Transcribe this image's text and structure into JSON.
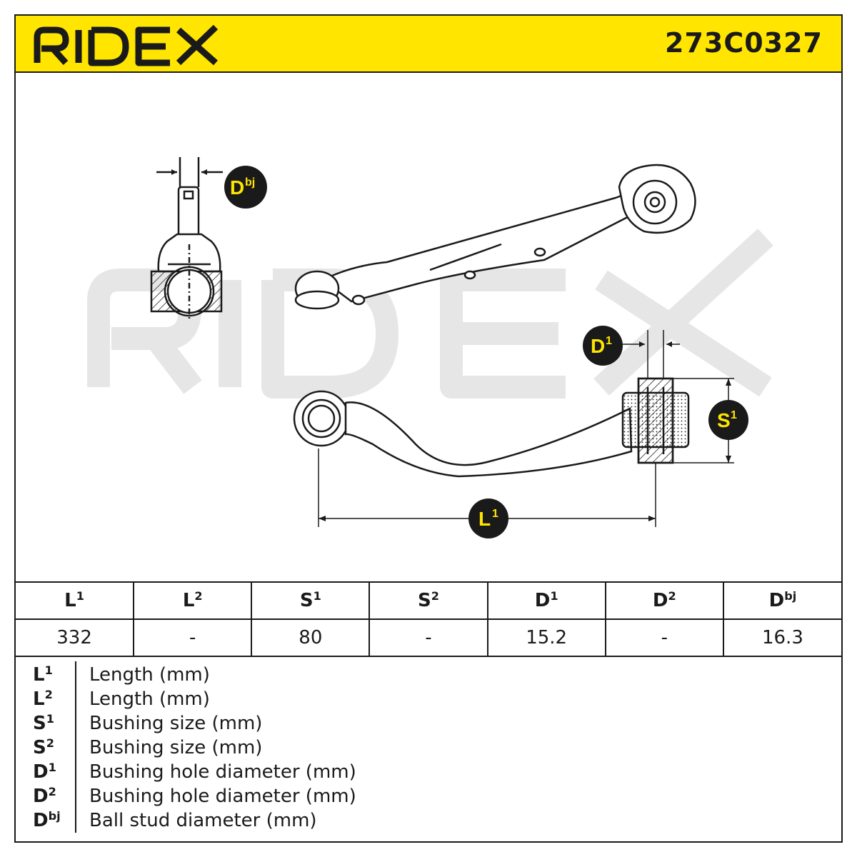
{
  "header": {
    "brand": "RIDEX",
    "part_number": "273C0327"
  },
  "drawing": {
    "watermark": "RIDEX",
    "callouts": {
      "dbj": {
        "base": "D",
        "sup": "bj"
      },
      "d1": {
        "base": "D",
        "sup": "1"
      },
      "s1": {
        "base": "S",
        "sup": "1"
      },
      "l1": {
        "base": "L",
        "sup": "1"
      }
    }
  },
  "spec_table": {
    "headers": [
      {
        "base": "L",
        "sup": "1"
      },
      {
        "base": "L",
        "sup": "2"
      },
      {
        "base": "S",
        "sup": "1"
      },
      {
        "base": "S",
        "sup": "2"
      },
      {
        "base": "D",
        "sup": "1"
      },
      {
        "base": "D",
        "sup": "2"
      },
      {
        "base": "D",
        "sup": "bj"
      }
    ],
    "values": [
      "332",
      "-",
      "80",
      "-",
      "15.2",
      "-",
      "16.3"
    ]
  },
  "legend": [
    {
      "base": "L",
      "sup": "1",
      "desc": "Length (mm)"
    },
    {
      "base": "L",
      "sup": "2",
      "desc": "Length (mm)"
    },
    {
      "base": "S",
      "sup": "1",
      "desc": "Bushing size (mm)"
    },
    {
      "base": "S",
      "sup": "2",
      "desc": "Bushing size (mm)"
    },
    {
      "base": "D",
      "sup": "1",
      "desc": "Bushing hole diameter (mm)"
    },
    {
      "base": "D",
      "sup": "2",
      "desc": "Bushing hole diameter (mm)"
    },
    {
      "base": "D",
      "sup": "bj",
      "desc": "Ball stud diameter (mm)"
    }
  ],
  "colors": {
    "brand_yellow": "#ffe500",
    "line": "#1a1a1a",
    "watermark": "#e6e6e6"
  }
}
